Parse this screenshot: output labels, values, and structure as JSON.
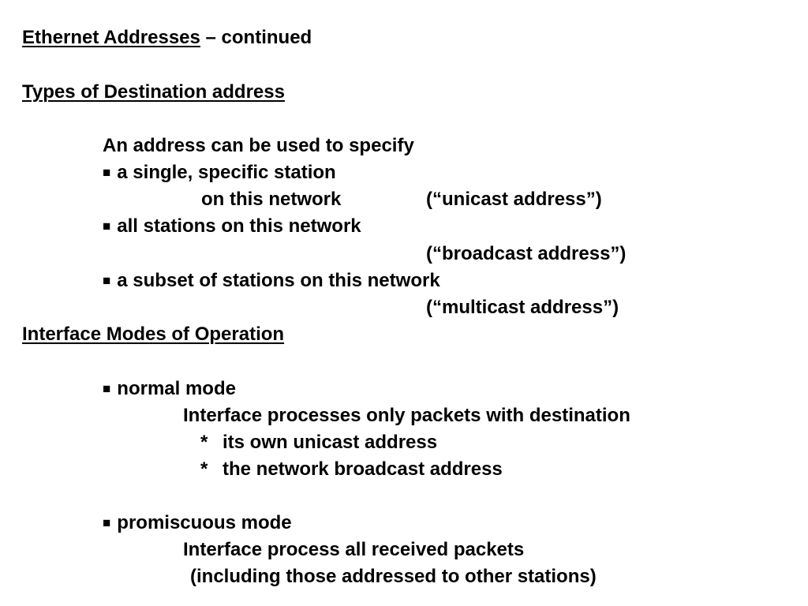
{
  "heading": {
    "title_underlined": "Ethernet Addresses",
    "title_rest": " – continued"
  },
  "section1": {
    "title": "Types of Destination address",
    "intro": "An address can be used to specify",
    "bullet_symbol": "■",
    "items": [
      {
        "text": "a single, specific station",
        "sub": "on this network",
        "note": "(“unicast address”)"
      },
      {
        "text": "all stations on this network",
        "note": "(“broadcast address”)"
      },
      {
        "text": "a subset of stations on this network",
        "note": "(“multicast address”)"
      }
    ]
  },
  "section2": {
    "title": "Interface Modes of Operation",
    "modes": [
      {
        "name": "normal mode",
        "desc": "Interface processes only packets with destination",
        "points": [
          "its own unicast address",
          "the network broadcast address"
        ],
        "point_symbol": "*"
      },
      {
        "name": "promiscuous mode",
        "desc": "Interface process all received packets",
        "desc2": "(including those addressed to other stations)"
      }
    ]
  }
}
